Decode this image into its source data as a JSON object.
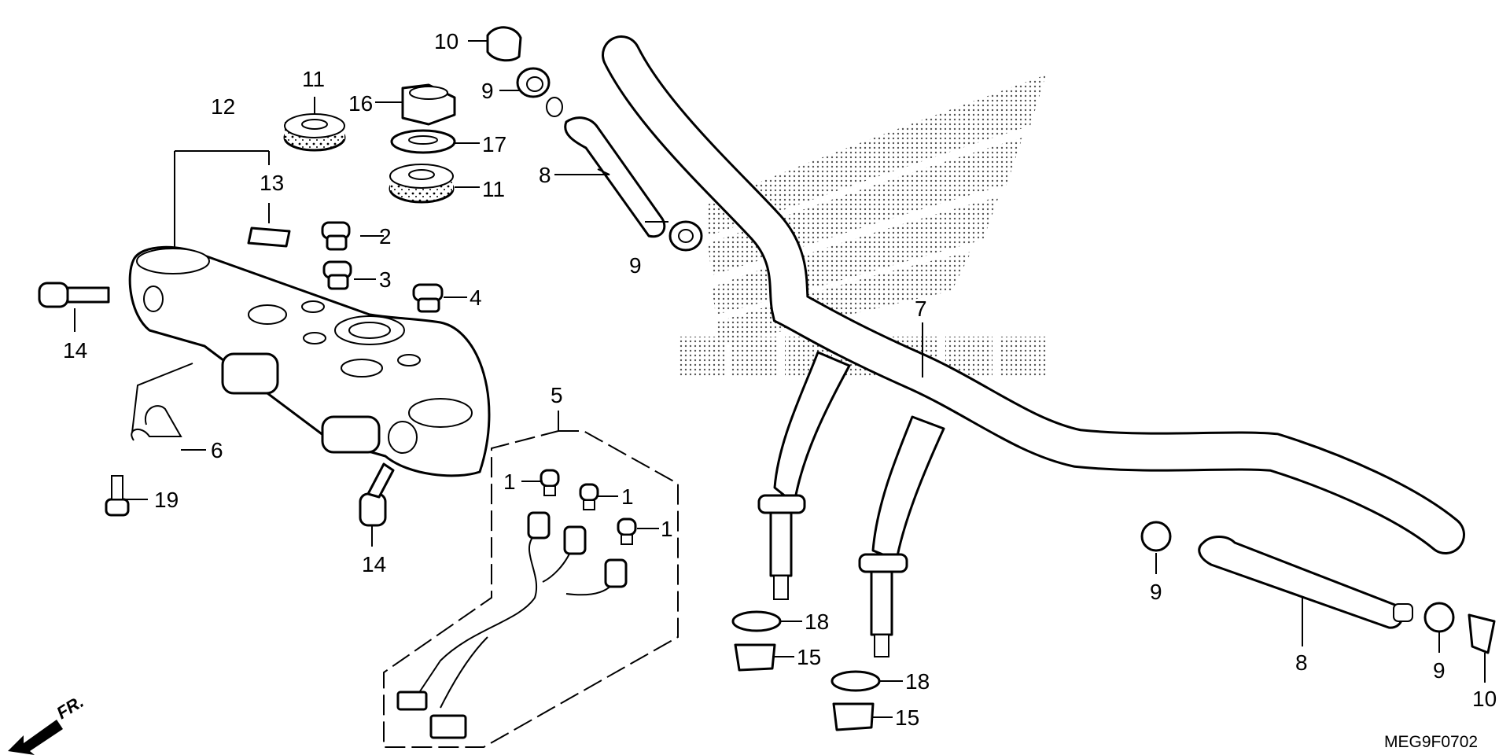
{
  "diagram": {
    "code": "MEG9F0702",
    "fr_label": "FR.",
    "watermark_brand": "HONDA",
    "callouts": [
      {
        "id": "c1a",
        "label": "1"
      },
      {
        "id": "c1b",
        "label": "1"
      },
      {
        "id": "c1c",
        "label": "1"
      },
      {
        "id": "c2",
        "label": "2"
      },
      {
        "id": "c3",
        "label": "3"
      },
      {
        "id": "c4",
        "label": "4"
      },
      {
        "id": "c5",
        "label": "5"
      },
      {
        "id": "c6",
        "label": "6"
      },
      {
        "id": "c7",
        "label": "7"
      },
      {
        "id": "c8a",
        "label": "8"
      },
      {
        "id": "c8b",
        "label": "8"
      },
      {
        "id": "c9a",
        "label": "9"
      },
      {
        "id": "c9b",
        "label": "9"
      },
      {
        "id": "c9c",
        "label": "9"
      },
      {
        "id": "c9d",
        "label": "9"
      },
      {
        "id": "c10a",
        "label": "10"
      },
      {
        "id": "c10b",
        "label": "10"
      },
      {
        "id": "c11a",
        "label": "11"
      },
      {
        "id": "c11b",
        "label": "11"
      },
      {
        "id": "c12",
        "label": "12"
      },
      {
        "id": "c13",
        "label": "13"
      },
      {
        "id": "c14a",
        "label": "14"
      },
      {
        "id": "c14b",
        "label": "14"
      },
      {
        "id": "c15a",
        "label": "15"
      },
      {
        "id": "c15b",
        "label": "15"
      },
      {
        "id": "c16",
        "label": "16"
      },
      {
        "id": "c17",
        "label": "17"
      },
      {
        "id": "c18a",
        "label": "18"
      },
      {
        "id": "c18b",
        "label": "18"
      },
      {
        "id": "c19",
        "label": "19"
      }
    ]
  }
}
